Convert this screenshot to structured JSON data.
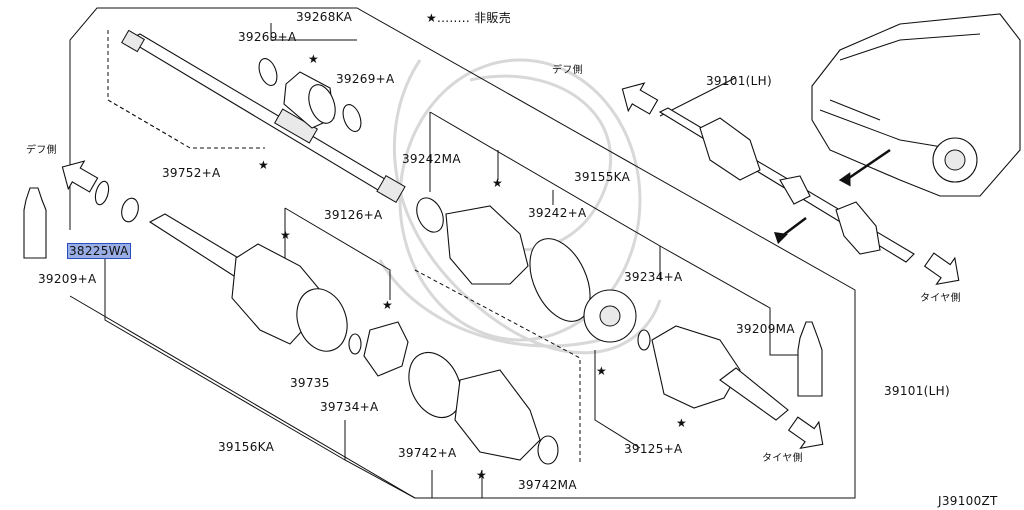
{
  "legend": {
    "star_text": "★........ 非販売"
  },
  "diagram_code": "J39100ZT",
  "directions": {
    "diff_side_left": "デフ側",
    "diff_side_top": "デフ側",
    "tire_side_right": "タイヤ側",
    "tire_side_bottom": "タイヤ側"
  },
  "highlight_color": "#9aaee6",
  "parts": {
    "p39268ka": "39268KA",
    "p39269_a_left": "39269+A",
    "p39269_a_right": "39269+A",
    "p39752_a": "39752+A",
    "p38225wa": "38225WA",
    "p39209_a": "39209+A",
    "p39242ma": "39242MA",
    "p39155ka": "39155KA",
    "p39242_a": "39242+A",
    "p39126_a": "39126+A",
    "p39234_a": "39234+A",
    "p39209ma": "39209MA",
    "p39735": "39735",
    "p39734_a": "39734+A",
    "p39156ka": "39156KA",
    "p39742_a": "39742+A",
    "p39742ma": "39742MA",
    "p39125_a": "39125+A",
    "p39101_lh_top": "39101(LH)",
    "p39101_lh_right": "39101(LH)"
  },
  "stars": [
    "★",
    "★",
    "★",
    "★",
    "★",
    "★",
    "★",
    "★"
  ]
}
